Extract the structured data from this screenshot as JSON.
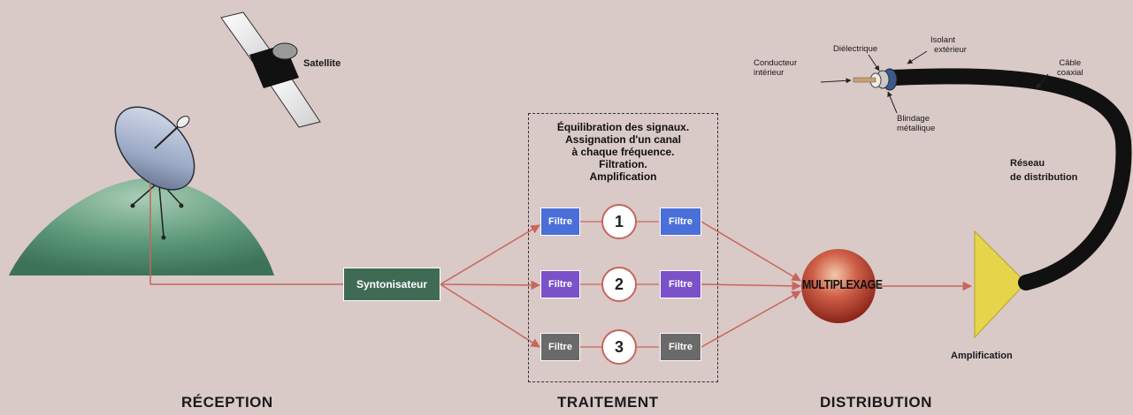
{
  "labels": {
    "satellite": "Satellite",
    "syntonisateur": "Syntonisateur",
    "multiplexage": "MULTIPLEXAGE",
    "amplification": "Amplification",
    "reseau_line1": "Réseau",
    "reseau_line2": "de distribution",
    "conducteur_line1": "Conducteur",
    "conducteur_line2": "intérieur",
    "dielectrique": "Diélectrique",
    "isolant_line1": "Isolant",
    "isolant_line2": "extérieur",
    "cable_line1": "Câble",
    "cable_line2": "coaxial",
    "blindage_line1": "Blindage",
    "blindage_line2": "métallique"
  },
  "processing_title": [
    "Équilibration des signaux.",
    "Assignation d'un canal",
    "à chaque fréquence.",
    "Filtration.",
    "Amplification"
  ],
  "channels": [
    {
      "number": "1",
      "filter_in": "Filtre",
      "filter_out": "Filtre",
      "color": "#4a6fd8"
    },
    {
      "number": "2",
      "filter_in": "Filtre",
      "filter_out": "Filtre",
      "color": "#7b52c9"
    },
    {
      "number": "3",
      "filter_in": "Filtre",
      "filter_out": "Filtre",
      "color": "#6a6a6a"
    }
  ],
  "sections": {
    "reception": "RÉCEPTION",
    "traitement": "TRAITEMENT",
    "distribution": "DISTRIBUTION"
  },
  "colors": {
    "background": "#d9c9c7",
    "signal_line": "#c8655c",
    "tuner": "#3f6b55",
    "hill": "#4f8a6c",
    "amplifier": "#e6d54a"
  }
}
